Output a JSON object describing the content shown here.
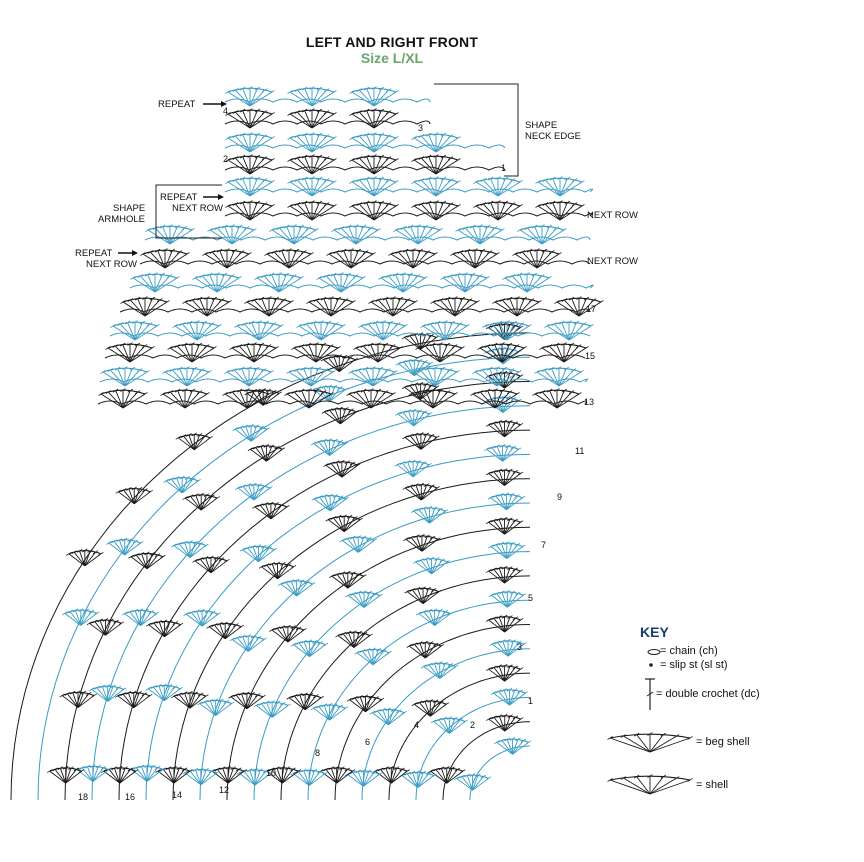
{
  "title": "LEFT AND RIGHT FRONT",
  "subtitle": "Size L/XL",
  "colors": {
    "blue": "#3a9cc4",
    "black": "#1a1a1a",
    "green_title": "#6aa56c",
    "key_title": "#1a3d6b"
  },
  "labels": {
    "repeat_top": "REPEAT",
    "shape_neck_line1": "SHAPE",
    "shape_neck_line2": "NECK EDGE",
    "shape_armhole_line1": "SHAPE",
    "shape_armhole_line2": "ARMHOLE",
    "repeat_next_row_a_line1": "REPEAT",
    "repeat_next_row_a_line2": "NEXT ROW",
    "repeat_next_row_b_line1": "REPEAT",
    "repeat_next_row_b_line2": "NEXT ROW",
    "next_row_a": "NEXT ROW",
    "next_row_b": "NEXT ROW"
  },
  "row_numbers": {
    "neck_4": "4",
    "neck_3": "3",
    "neck_2": "2",
    "neck_1": "1",
    "r17": "17",
    "r15": "15",
    "r13": "13",
    "r11": "11",
    "r9": "9",
    "r7": "7",
    "r5": "5",
    "r3": "3",
    "r1": "1",
    "b2": "2",
    "b4": "4",
    "b6": "6",
    "b8": "8",
    "b10": "10",
    "b12": "12",
    "b14": "14",
    "b16": "16",
    "b18": "18"
  },
  "key": {
    "title": "KEY",
    "chain": "= chain (ch)",
    "slip": "= slip st (sl st)",
    "dc": "= double crochet (dc)",
    "beg_shell": "= beg shell",
    "shell": "= shell"
  }
}
